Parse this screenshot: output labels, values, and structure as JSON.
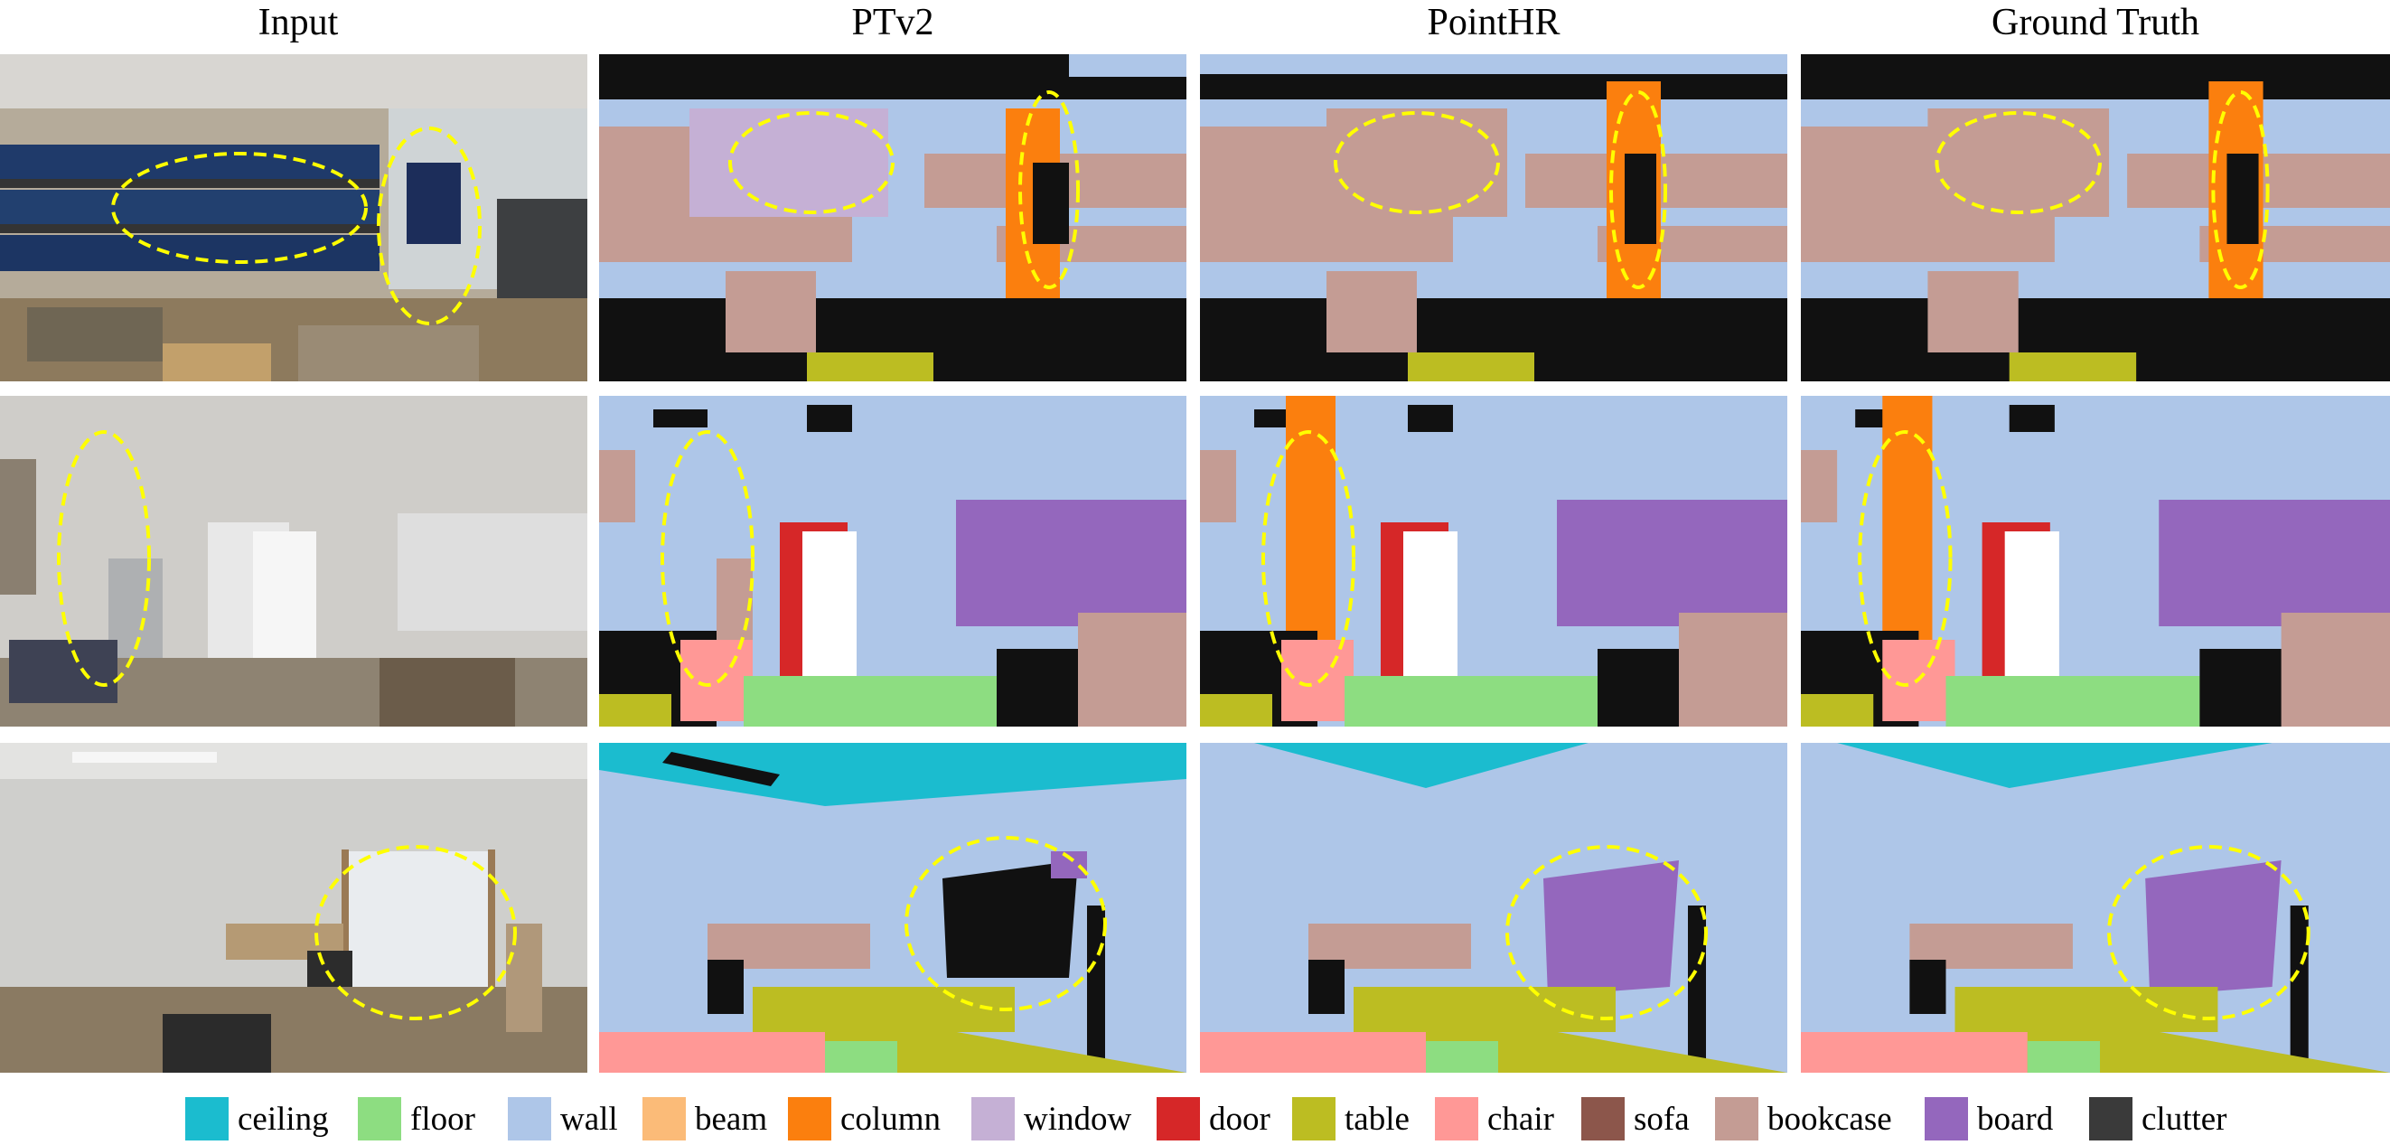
{
  "columns": [
    {
      "id": "input",
      "title": "Input"
    },
    {
      "id": "ptv2",
      "title": "PTv2"
    },
    {
      "id": "pointhr",
      "title": "PointHR"
    },
    {
      "id": "gt",
      "title": "Ground Truth"
    }
  ],
  "legend": [
    {
      "label": "ceiling",
      "color": "#1bbccf"
    },
    {
      "label": "floor",
      "color": "#8ddd81"
    },
    {
      "label": "wall",
      "color": "#aec6e8"
    },
    {
      "label": "beam",
      "color": "#fbbb78"
    },
    {
      "label": "column",
      "color": "#fb7f0e"
    },
    {
      "label": "window",
      "color": "#c5b0d5"
    },
    {
      "label": "door",
      "color": "#d62728"
    },
    {
      "label": "table",
      "color": "#bcbd22"
    },
    {
      "label": "chair",
      "color": "#ff9896"
    },
    {
      "label": "sofa",
      "color": "#8c564b"
    },
    {
      "label": "bookcase",
      "color": "#c49c94"
    },
    {
      "label": "board",
      "color": "#9467bd"
    },
    {
      "label": "clutter",
      "color": "#3a3a3a"
    }
  ],
  "colors": {
    "ceiling": "#1bbccf",
    "floor": "#8ddd81",
    "wall": "#aec6e8",
    "column": "#fb7f0e",
    "window": "#c5b0d5",
    "door": "#d62728",
    "table": "#bcbd22",
    "chair": "#ff9896",
    "bookcase": "#c49c94",
    "board": "#9467bd",
    "clutter": "#111111",
    "highlight": "#ffff00"
  }
}
